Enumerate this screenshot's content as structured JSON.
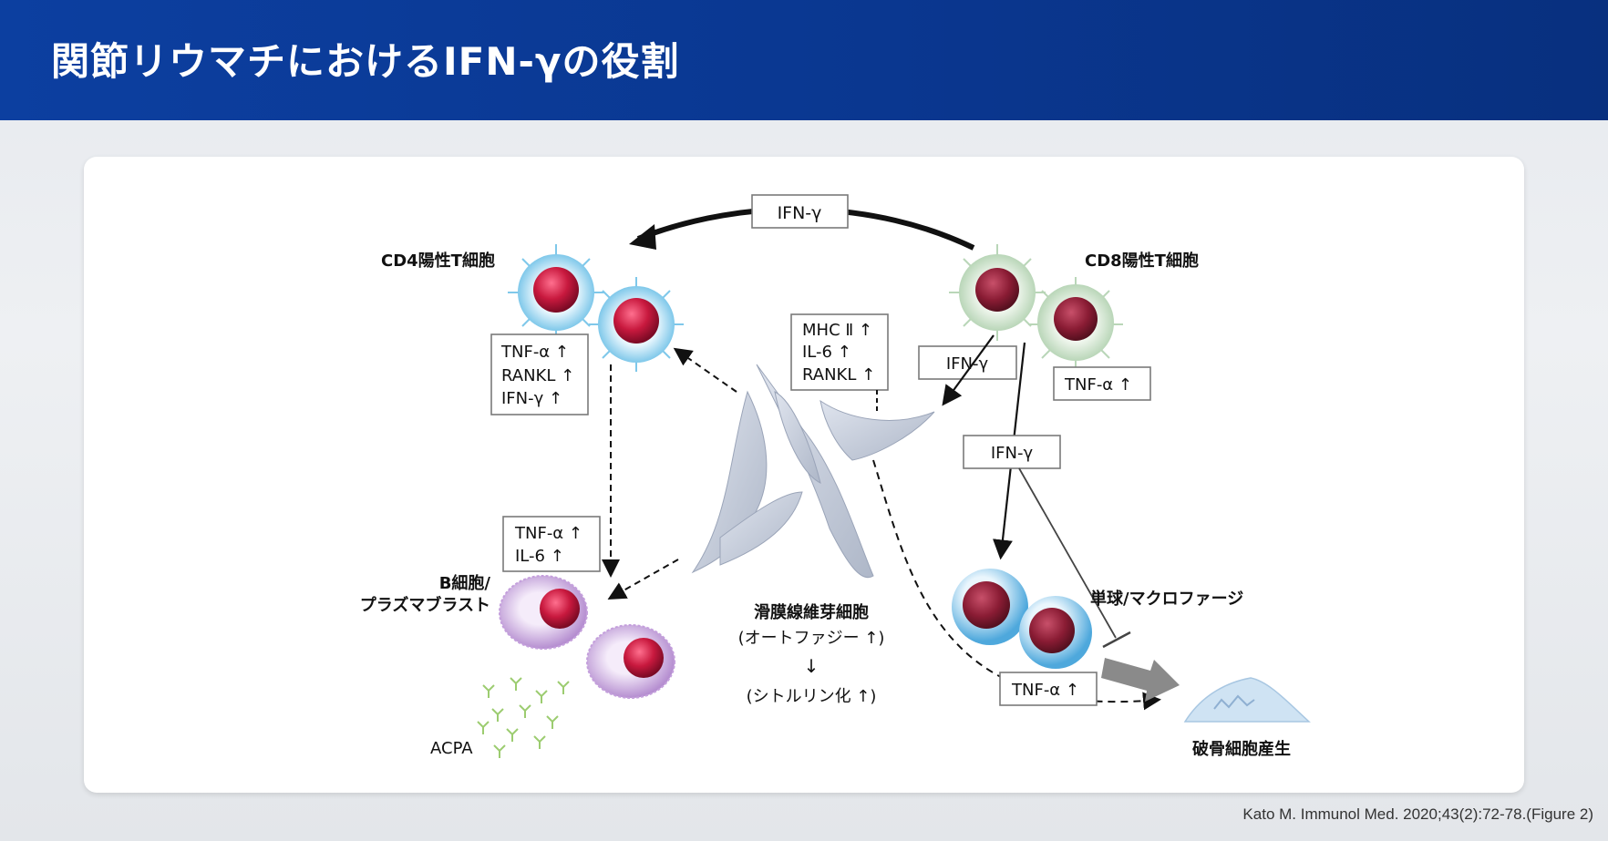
{
  "header": {
    "title": "関節リウマチにおけるIFN-γの役割"
  },
  "citation": "Kato M. Immunol Med. 2020;43(2):72-78.(Figure 2)",
  "diagram": {
    "top_ifn": "IFN-γ",
    "cd4_label": "CD4陽性T細胞",
    "cd8_label": "CD8陽性T細胞",
    "cd4_box": [
      "TNF-α ↑",
      "RANKL ↑",
      "IFN-γ ↑"
    ],
    "fibro_box": [
      "MHC Ⅱ ↑",
      "IL-6 ↑",
      "RANKL ↑"
    ],
    "cd8_ifn_left": "IFN-γ",
    "cd8_tnf": "TNF-α ↑",
    "mid_ifn": "IFN-γ",
    "b_box": [
      "TNF-α ↑",
      "IL-6 ↑"
    ],
    "b_label": [
      "B細胞/",
      "プラズマブラスト"
    ],
    "fibro_label": "滑膜線維芽細胞",
    "autophagy": "(オートファジー ↑)",
    "down_arrow": "↓",
    "citrullination": "(シトルリン化 ↑)",
    "acpa": "ACPA",
    "monocyte_label": "単球/マクロファージ",
    "mono_tnf": "TNF-α ↑",
    "osteoclast": "破骨細胞産生"
  },
  "colors": {
    "header_blue": "#0b3a95",
    "cd4_halo": "#8fd0ec",
    "nucleus_red": "#c8193e",
    "cd8_halo": "#cfe2cf",
    "b_halo": "#c9a8dc",
    "mono_halo": "#7fc4ea"
  }
}
